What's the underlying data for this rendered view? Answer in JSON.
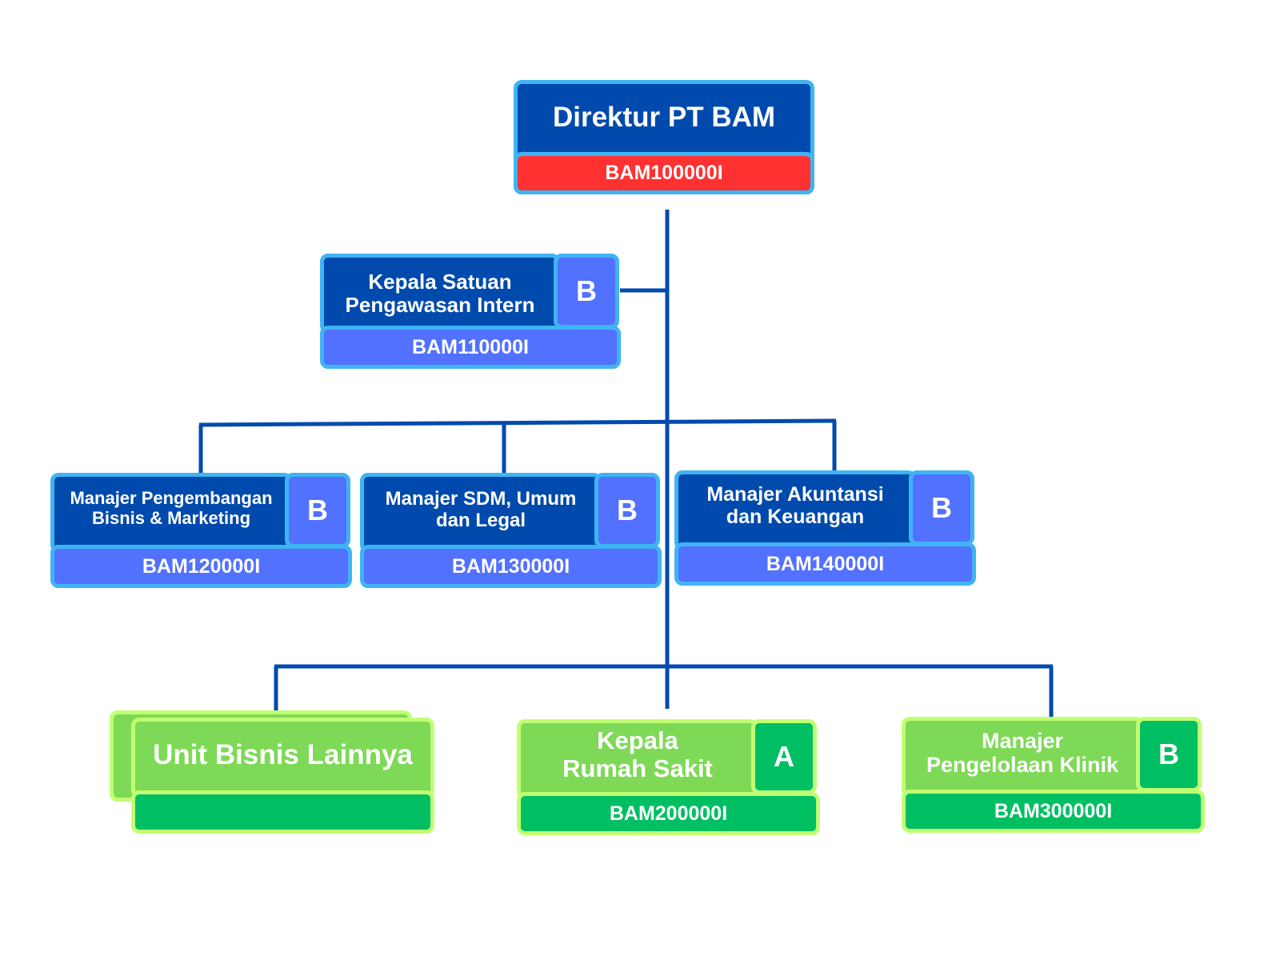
{
  "diagram": {
    "type": "organization-chart",
    "colors": {
      "connector": "#004aad",
      "border_blue": "#3fb4f3",
      "title_blue": "#004aad",
      "accent_blue": "#5271ff",
      "code_red": "#ff3131",
      "border_green": "#c1ff72",
      "title_green": "#7ed957",
      "accent_green": "#00bf63"
    },
    "nodes": {
      "director": {
        "title": "Direktur PT BAM",
        "code": "BAM100000I"
      },
      "internal_audit": {
        "title": "Kepala Satuan Pengawasan Intern",
        "title_lines": [
          "Kepala Satuan",
          "Pengawasan Intern"
        ],
        "grade": "B",
        "code": "BAM110000I"
      },
      "bizdev": {
        "title": "Manajer Pengembangan Bisnis & Marketing",
        "title_lines": [
          "Manajer Pengembangan",
          "Bisnis & Marketing"
        ],
        "grade": "B",
        "code": "BAM120000I"
      },
      "hr": {
        "title": "Manajer SDM, Umum dan Legal",
        "title_lines": [
          "Manajer SDM, Umum",
          "dan Legal"
        ],
        "grade": "B",
        "code": "BAM130000I"
      },
      "finance": {
        "title": "Manajer Akuntansi dan Keuangan",
        "title_lines": [
          "Manajer Akuntansi",
          "dan Keuangan"
        ],
        "grade": "B",
        "code": "BAM140000I"
      },
      "other_units": {
        "title": "Unit Bisnis Lainnya",
        "code": ""
      },
      "hospital": {
        "title": "Kepala Rumah Sakit",
        "title_lines": [
          "Kepala",
          "Rumah Sakit"
        ],
        "grade": "A",
        "code": "BAM200000I"
      },
      "clinic": {
        "title": "Manajer Pengelolaan Klinik",
        "title_lines": [
          "Manajer",
          "Pengelolaan Klinik"
        ],
        "grade": "B",
        "code": "BAM300000I"
      }
    },
    "edges": [
      [
        "director",
        "internal_audit"
      ],
      [
        "director",
        "bizdev"
      ],
      [
        "director",
        "hr"
      ],
      [
        "director",
        "finance"
      ],
      [
        "director",
        "other_units"
      ],
      [
        "director",
        "hospital"
      ],
      [
        "director",
        "clinic"
      ]
    ]
  }
}
